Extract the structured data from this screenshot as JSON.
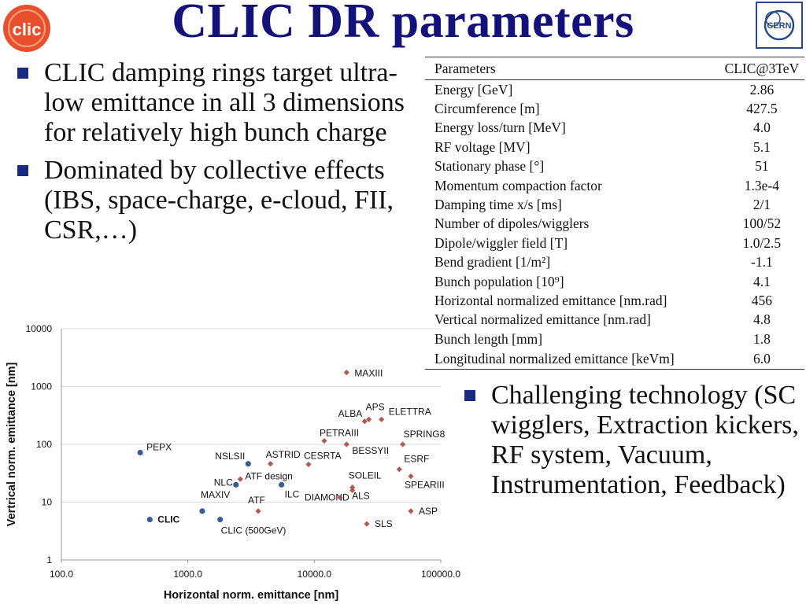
{
  "title": "CLIC DR parameters",
  "logos": {
    "left": "clic",
    "right": "CERN"
  },
  "bullets_left": [
    "CLIC damping rings target ultra-low emittance in all 3 dimensions for relatively high bunch charge",
    "Dominated by collective effects (IBS, space-charge, e-cloud, FII, CSR,…)"
  ],
  "bullets_right": [
    "Challenging technology (SC wigglers, Extraction kickers, RF system, Vacuum, Instrumentation, Feedback)"
  ],
  "table": {
    "header": [
      "Parameters",
      "CLIC@3TeV"
    ],
    "rows": [
      [
        "Energy [GeV]",
        "2.86"
      ],
      [
        "Circumference [m]",
        "427.5"
      ],
      [
        "Energy loss/turn [MeV]",
        "4.0"
      ],
      [
        "RF voltage [MV]",
        "5.1"
      ],
      [
        "Stationary phase [°]",
        "51"
      ],
      [
        "Momentum compaction factor",
        "1.3e-4"
      ],
      [
        "Damping time x/s [ms]",
        "2/1"
      ],
      [
        "Number of dipoles/wigglers",
        "100/52"
      ],
      [
        "Dipole/wiggler field [T]",
        "1.0/2.5"
      ],
      [
        "Bend gradient [1/m²]",
        "-1.1"
      ],
      [
        "Bunch population [10⁹]",
        "4.1"
      ],
      [
        "Horizontal normalized emittance [nm.rad]",
        "456"
      ],
      [
        "Vertical normalized emittance [nm.rad]",
        "4.8"
      ],
      [
        "Bunch length [mm]",
        "1.8"
      ],
      [
        "Longitudinal normalized emittance [keVm]",
        "6.0"
      ]
    ]
  },
  "chart_data": {
    "type": "scatter",
    "xlabel": "Horizontal norm. emittance [nm]",
    "ylabel": "Vertrical norm. emittance [nm]",
    "x_scale": "log",
    "y_scale": "log",
    "xlim": [
      100,
      100000
    ],
    "ylim": [
      1,
      10000
    ],
    "x_ticks": [
      "100.0",
      "1000.0",
      "10000.0",
      "100000.0"
    ],
    "y_ticks": [
      "1",
      "10",
      "100",
      "1000",
      "10000"
    ],
    "grid": "horizontal",
    "colors": {
      "planned": "#3a5b9c",
      "existing": "#b35a50"
    },
    "series": [
      {
        "marker": "circle",
        "points": [
          {
            "label": "PEPX",
            "x": 420,
            "y": 72
          },
          {
            "label": "NSLSII",
            "x": 3000,
            "y": 46
          },
          {
            "label": "NLC",
            "x": 2400,
            "y": 20
          },
          {
            "label": "ILC",
            "x": 5500,
            "y": 20
          },
          {
            "label": "MAXIV",
            "x": 1300,
            "y": 7
          },
          {
            "label": "CLIC",
            "x": 500,
            "y": 5,
            "bold": true
          },
          {
            "label": "CLIC (500GeV)",
            "x": 1800,
            "y": 5
          }
        ]
      },
      {
        "marker": "diamond",
        "points": [
          {
            "label": "MAXIII",
            "x": 18000,
            "y": 1750
          },
          {
            "label": "ALBA",
            "x": 25000,
            "y": 250
          },
          {
            "label": "APS",
            "x": 27000,
            "y": 270
          },
          {
            "label": "ELETTRA",
            "x": 34000,
            "y": 270
          },
          {
            "label": "PETRAIII",
            "x": 12000,
            "y": 115
          },
          {
            "label": "BESSYII",
            "x": 18000,
            "y": 100
          },
          {
            "label": "SPRING8",
            "x": 50000,
            "y": 100
          },
          {
            "label": "ASTRID",
            "x": 4500,
            "y": 46
          },
          {
            "label": "CESRTA",
            "x": 9000,
            "y": 45
          },
          {
            "label": "ESRF",
            "x": 47000,
            "y": 37
          },
          {
            "label": "SPEARIII",
            "x": 58000,
            "y": 28
          },
          {
            "label": "ATF design",
            "x": 2600,
            "y": 25
          },
          {
            "label": "SOLEIL",
            "x": 20000,
            "y": 18
          },
          {
            "label": "DIAMOND",
            "x": 20000,
            "y": 16
          },
          {
            "label": "ALS",
            "x": 16000,
            "y": 12
          },
          {
            "label": "ATF",
            "x": 3600,
            "y": 7
          },
          {
            "label": "ASP",
            "x": 58000,
            "y": 7
          },
          {
            "label": "SLS",
            "x": 26000,
            "y": 4.2
          }
        ]
      }
    ]
  }
}
